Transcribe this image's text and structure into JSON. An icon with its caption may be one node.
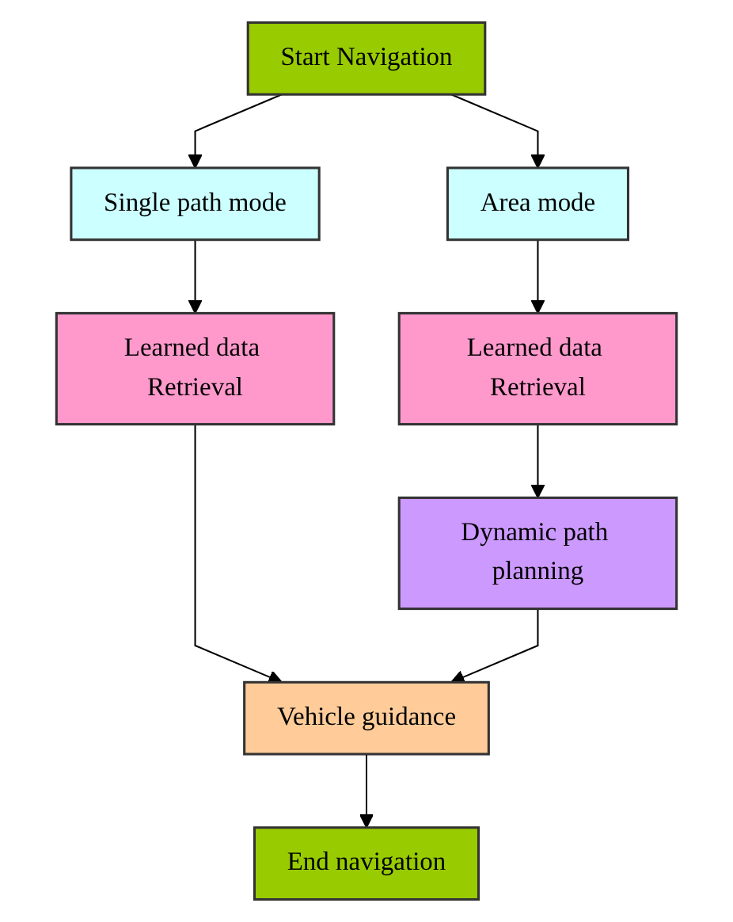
{
  "diagram": {
    "nodes": [
      {
        "text": [
          "Start Navigation"
        ]
      },
      {
        "text": [
          "Single path mode"
        ]
      },
      {
        "text": [
          "Area mode"
        ]
      },
      {
        "text": [
          "Learned data Retrieval"
        ]
      },
      {
        "text": [
          "Learned data Retrieval"
        ]
      },
      {
        "text": [
          "Dynamic path planning"
        ]
      },
      {
        "text": [
          "Vehicle guidance"
        ]
      },
      {
        "text": [
          "End navigation"
        ]
      }
    ],
    "edges": [
      {
        "from": 0,
        "to": 1,
        "arrow": "to"
      },
      {
        "from": 0,
        "to": 2,
        "arrow": "to"
      },
      {
        "from": 1,
        "to": 3,
        "arrow": "to"
      },
      {
        "from": 2,
        "to": 4,
        "arrow": "to"
      },
      {
        "from": 4,
        "to": 5,
        "arrow": "to"
      },
      {
        "from": 3,
        "to": 6,
        "arrow": "to"
      },
      {
        "from": 5,
        "to": 6,
        "arrow": "to"
      },
      {
        "from": 6,
        "to": 7,
        "arrow": "to"
      }
    ]
  }
}
